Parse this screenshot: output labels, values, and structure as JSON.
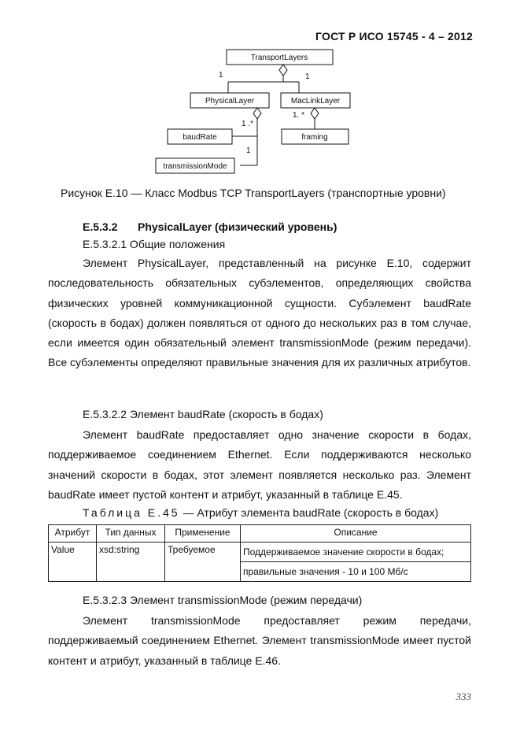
{
  "header": {
    "title": "ГОСТ Р ИСО 15745 - 4 – 2012"
  },
  "diagram": {
    "nodes": {
      "transport_layers": "TransportLayers",
      "physical_layer": "PhysicalLayer",
      "mac_link_layer": "MacLinkLayer",
      "baud_rate": "baudRate",
      "framing": "framing",
      "transmission_mode": "transmissionMode"
    },
    "multiplicities": {
      "physical": "1",
      "mac": "1",
      "baud": "1 .*",
      "framing": "1. *",
      "transmission": "1"
    }
  },
  "figure_caption": "Рисунок Е.10 — Класс Modbus TCP TransportLayers (транспортные уровни)",
  "section": {
    "number": "E.5.3.2",
    "title": "PhysicalLayer (физический уровень)"
  },
  "subsection_1": "E.5.3.2.1   Общие положения",
  "paragraph_1": "Элемент PhysicalLayer, представленный на рисунке Е.10, содержит последовательность обязательных субэлементов, определяющих свойства физических уровней коммуникационной сущности. Субэлемент baudRate (скорость в бодах) должен появляться от одного до нескольких раз в том случае, если имеется один обязательный элемент transmissionMode (режим передачи). Все субэлементы определяют правильные значения для их различных атрибутов.",
  "subsection_2": "E.5.3.2.2  Элемент baudRate (скорость в бодах)",
  "paragraph_2": "Элемент baudRate предоставляет одно значение скорости в бодах, поддерживаемое соединением Ethernet. Если поддерживаются несколько значений скорости в бодах, этот элемент появляется несколько раз. Элемент baudRate имеет пустой контент и атрибут, указанный в таблице Е.45.",
  "table_caption": {
    "label": "Таблица Е.45",
    "text": " — Атрибут элемента baudRate (скорость в бодах)"
  },
  "table": {
    "headers": [
      "Атрибут",
      "Тип данных",
      "Применение",
      "Описание"
    ],
    "row": {
      "attribute": "Value",
      "type": "xsd:string",
      "usage": "Требуемое",
      "desc_line1": "Поддерживаемое значение скорости в бодах;",
      "desc_line2": "правильные значения - 10 и 100 Мб/с"
    }
  },
  "subsection_3": "E.5.3.2.3  Элемент transmissionMode (режим передачи)",
  "paragraph_3": "Элемент transmissionMode предоставляет режим передачи, поддерживаемый соединением Ethernet. Элемент transmissionMode имеет пустой контент и атрибут, указанный в таблице Е.46.",
  "page_number": "333"
}
